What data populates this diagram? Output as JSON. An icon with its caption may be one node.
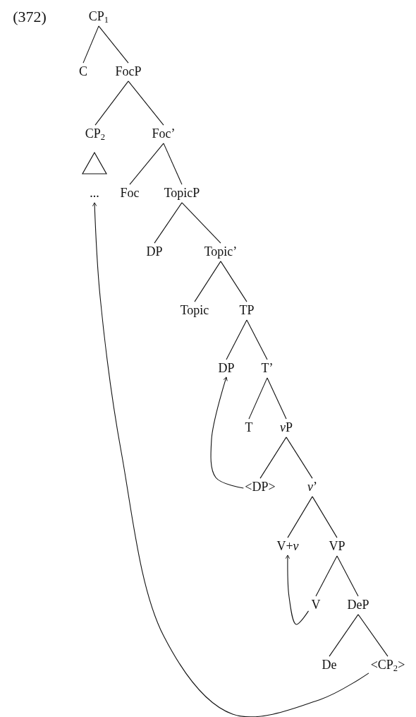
{
  "diagram": {
    "nodes": [
      {
        "text": [
          "CP$_{1}$"
        ]
      },
      {
        "text": [
          "C"
        ]
      },
      {
        "text": [
          "FocP"
        ]
      },
      {
        "text": [
          "CP$_{2}$"
        ]
      },
      {
        "text": [
          "Foc’"
        ]
      },
      {
        "text": [],
        "shape": "triangle"
      },
      {
        "text": [
          "..."
        ]
      },
      {
        "text": [
          "Foc"
        ]
      },
      {
        "text": [
          "TopicP"
        ]
      },
      {
        "text": [
          "DP"
        ]
      },
      {
        "text": [
          "Topic’"
        ]
      },
      {
        "text": [
          "Topic"
        ]
      },
      {
        "text": [
          "TP"
        ]
      },
      {
        "text": [
          "DP"
        ]
      },
      {
        "text": [
          "T’"
        ]
      },
      {
        "text": [
          "T"
        ]
      },
      {
        "text": [
          "vP"
        ]
      },
      {
        "text": [
          "<DP>"
        ]
      },
      {
        "text": [
          "*v*’"
        ]
      },
      {
        "text": [
          "V+*v*"
        ]
      },
      {
        "text": [
          "VP"
        ]
      },
      {
        "text": [
          "V"
        ]
      },
      {
        "text": [
          "DeP"
        ]
      },
      {
        "text": [
          "De"
        ]
      },
      {
        "text": [
          "<CP$_{2}$>"
        ]
      }
    ],
    "edges": [
      {
        "from": 0,
        "to": 1,
        "arrow": "none"
      },
      {
        "from": 0,
        "to": 2,
        "arrow": "none"
      },
      {
        "from": 2,
        "to": 3,
        "arrow": "none"
      },
      {
        "from": 2,
        "to": 4,
        "arrow": "none"
      },
      {
        "from": 4,
        "to": 7,
        "arrow": "none"
      },
      {
        "from": 4,
        "to": 8,
        "arrow": "none"
      },
      {
        "from": 8,
        "to": 9,
        "arrow": "none"
      },
      {
        "from": 8,
        "to": 10,
        "arrow": "none"
      },
      {
        "from": 10,
        "to": 11,
        "arrow": "none"
      },
      {
        "from": 10,
        "to": 12,
        "arrow": "none"
      },
      {
        "from": 12,
        "to": 13,
        "arrow": "none"
      },
      {
        "from": 12,
        "to": 14,
        "arrow": "none"
      },
      {
        "from": 14,
        "to": 15,
        "arrow": "none"
      },
      {
        "from": 14,
        "to": 16,
        "arrow": "none"
      },
      {
        "from": 16,
        "to": 17,
        "arrow": "none"
      },
      {
        "from": 16,
        "to": 18,
        "arrow": "none"
      },
      {
        "from": 18,
        "to": 19,
        "arrow": "none"
      },
      {
        "from": 18,
        "to": 20,
        "arrow": "none"
      },
      {
        "from": 20,
        "to": 21,
        "arrow": "none"
      },
      {
        "from": 20,
        "to": 22,
        "arrow": "none"
      },
      {
        "from": 22,
        "to": 23,
        "arrow": "none"
      },
      {
        "from": 22,
        "to": 24,
        "arrow": "none"
      },
      {
        "from": 24,
        "to": 6,
        "arrow": "to"
      },
      {
        "from": 17,
        "to": 13,
        "arrow": "to"
      },
      {
        "from": 21,
        "to": 19,
        "arrow": "to"
      }
    ],
    "labels": [
      "(372)"
    ]
  }
}
